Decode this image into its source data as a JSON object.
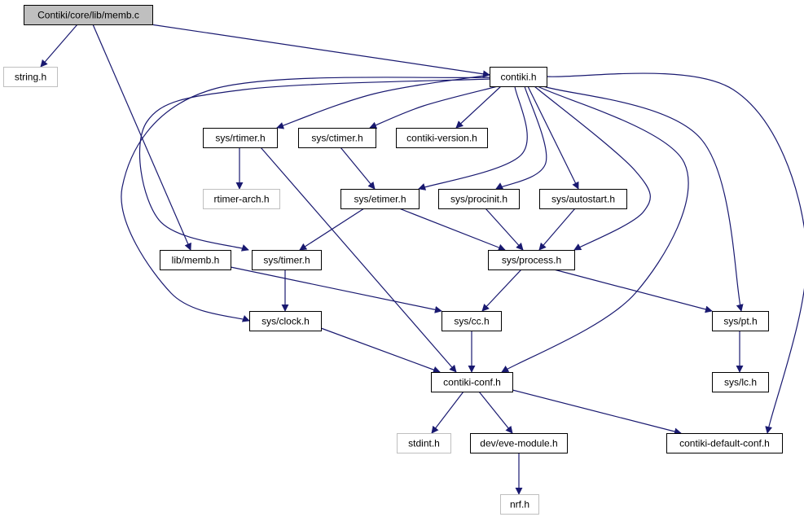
{
  "colors": {
    "edge": "#191970",
    "root_fill": "#bfbfbf",
    "node_border": "#000000",
    "missing_border": "#bfbfbf",
    "missing_text": "#404040",
    "background": "#ffffff"
  },
  "nodes": [
    {
      "id": "memb_c",
      "label": "Contiki/core/lib/memb.c",
      "kind": "root"
    },
    {
      "id": "string_h",
      "label": "string.h",
      "kind": "missing"
    },
    {
      "id": "contiki_h",
      "label": "contiki.h",
      "kind": "normal"
    },
    {
      "id": "rtimer_h",
      "label": "sys/rtimer.h",
      "kind": "normal"
    },
    {
      "id": "ctimer_h",
      "label": "sys/ctimer.h",
      "kind": "normal"
    },
    {
      "id": "version_h",
      "label": "contiki-version.h",
      "kind": "normal"
    },
    {
      "id": "rtimer_arch_h",
      "label": "rtimer-arch.h",
      "kind": "missing"
    },
    {
      "id": "etimer_h",
      "label": "sys/etimer.h",
      "kind": "normal"
    },
    {
      "id": "procinit_h",
      "label": "sys/procinit.h",
      "kind": "normal"
    },
    {
      "id": "autostart_h",
      "label": "sys/autostart.h",
      "kind": "normal"
    },
    {
      "id": "memb_h",
      "label": "lib/memb.h",
      "kind": "normal"
    },
    {
      "id": "timer_h",
      "label": "sys/timer.h",
      "kind": "normal"
    },
    {
      "id": "process_h",
      "label": "sys/process.h",
      "kind": "normal"
    },
    {
      "id": "clock_h",
      "label": "sys/clock.h",
      "kind": "normal"
    },
    {
      "id": "cc_h",
      "label": "sys/cc.h",
      "kind": "normal"
    },
    {
      "id": "pt_h",
      "label": "sys/pt.h",
      "kind": "normal"
    },
    {
      "id": "conf_h",
      "label": "contiki-conf.h",
      "kind": "normal"
    },
    {
      "id": "lc_h",
      "label": "sys/lc.h",
      "kind": "normal"
    },
    {
      "id": "stdint_h",
      "label": "stdint.h",
      "kind": "missing"
    },
    {
      "id": "eve_h",
      "label": "dev/eve-module.h",
      "kind": "normal"
    },
    {
      "id": "defconf_h",
      "label": "contiki-default-conf.h",
      "kind": "normal"
    },
    {
      "id": "nrf_h",
      "label": "nrf.h",
      "kind": "missing"
    }
  ],
  "edges": [
    {
      "from": "memb_c",
      "to": "string_h"
    },
    {
      "from": "memb_c",
      "to": "contiki_h"
    },
    {
      "from": "memb_c",
      "to": "memb_h"
    },
    {
      "from": "contiki_h",
      "to": "rtimer_h"
    },
    {
      "from": "contiki_h",
      "to": "ctimer_h"
    },
    {
      "from": "contiki_h",
      "to": "version_h"
    },
    {
      "from": "contiki_h",
      "to": "etimer_h"
    },
    {
      "from": "contiki_h",
      "to": "procinit_h"
    },
    {
      "from": "contiki_h",
      "to": "autostart_h"
    },
    {
      "from": "contiki_h",
      "to": "timer_h"
    },
    {
      "from": "contiki_h",
      "to": "process_h"
    },
    {
      "from": "contiki_h",
      "to": "clock_h"
    },
    {
      "from": "contiki_h",
      "to": "pt_h"
    },
    {
      "from": "contiki_h",
      "to": "conf_h"
    },
    {
      "from": "contiki_h",
      "to": "defconf_h"
    },
    {
      "from": "rtimer_h",
      "to": "rtimer_arch_h"
    },
    {
      "from": "rtimer_h",
      "to": "conf_h"
    },
    {
      "from": "ctimer_h",
      "to": "etimer_h"
    },
    {
      "from": "etimer_h",
      "to": "timer_h"
    },
    {
      "from": "etimer_h",
      "to": "process_h"
    },
    {
      "from": "procinit_h",
      "to": "process_h"
    },
    {
      "from": "autostart_h",
      "to": "process_h"
    },
    {
      "from": "memb_h",
      "to": "cc_h"
    },
    {
      "from": "timer_h",
      "to": "clock_h"
    },
    {
      "from": "process_h",
      "to": "cc_h"
    },
    {
      "from": "process_h",
      "to": "pt_h"
    },
    {
      "from": "clock_h",
      "to": "conf_h"
    },
    {
      "from": "cc_h",
      "to": "conf_h"
    },
    {
      "from": "pt_h",
      "to": "lc_h"
    },
    {
      "from": "conf_h",
      "to": "stdint_h"
    },
    {
      "from": "conf_h",
      "to": "eve_h"
    },
    {
      "from": "conf_h",
      "to": "defconf_h"
    },
    {
      "from": "eve_h",
      "to": "nrf_h"
    }
  ]
}
